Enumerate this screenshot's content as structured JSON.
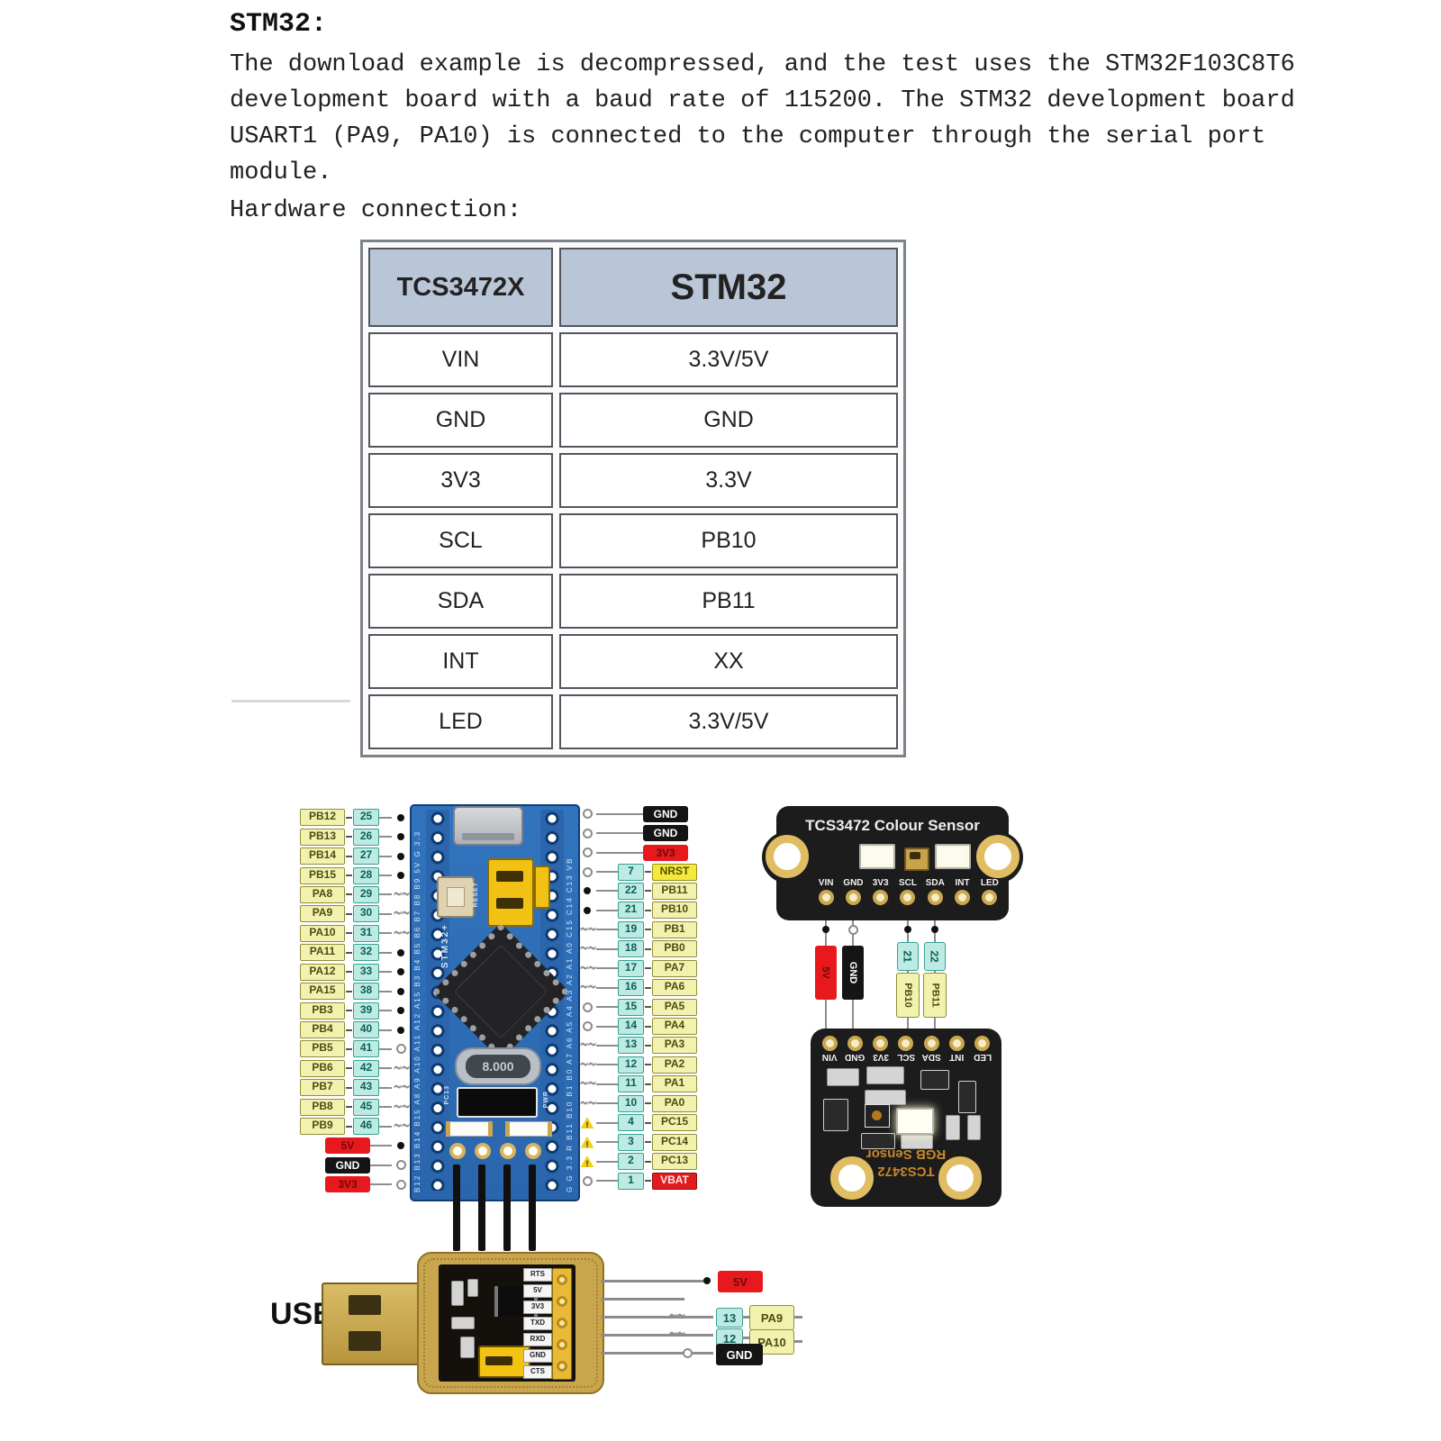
{
  "doc": {
    "title": "STM32:",
    "paragraph_lines": [
      "The download example is decompressed, and the test uses the STM32F103C8T6",
      "development board with a baud rate of 115200. The STM32 development board",
      "USART1 (PA9, PA10) is connected to the computer through the serial port",
      "module."
    ],
    "hardware_line": "Hardware connection:"
  },
  "table": {
    "headers": [
      "TCS3472X",
      "STM32"
    ],
    "rows": [
      {
        "left": "VIN",
        "right": "3.3V/5V"
      },
      {
        "left": "GND",
        "right": "GND"
      },
      {
        "left": "3V3",
        "right": "3.3V"
      },
      {
        "left": "SCL",
        "right": "PB10"
      },
      {
        "left": "SDA",
        "right": "PB11"
      },
      {
        "left": "INT",
        "right": "XX"
      },
      {
        "left": "LED",
        "right": "3.3V/5V"
      }
    ]
  },
  "bluepill": {
    "left_pins": [
      {
        "label": "PB12",
        "num": "25",
        "mark": "dot"
      },
      {
        "label": "PB13",
        "num": "26",
        "mark": "dot"
      },
      {
        "label": "PB14",
        "num": "27",
        "mark": "dot"
      },
      {
        "label": "PB15",
        "num": "28",
        "mark": "dot"
      },
      {
        "label": "PA8",
        "num": "29",
        "mark": "squig"
      },
      {
        "label": "PA9",
        "num": "30",
        "mark": "squig"
      },
      {
        "label": "PA10",
        "num": "31",
        "mark": "squig"
      },
      {
        "label": "PA11",
        "num": "32",
        "mark": "dot"
      },
      {
        "label": "PA12",
        "num": "33",
        "mark": "dot"
      },
      {
        "label": "PA15",
        "num": "38",
        "mark": "dot"
      },
      {
        "label": "PB3",
        "num": "39",
        "mark": "dot"
      },
      {
        "label": "PB4",
        "num": "40",
        "mark": "dot"
      },
      {
        "label": "PB5",
        "num": "41",
        "mark": "ring"
      },
      {
        "label": "PB6",
        "num": "42",
        "mark": "squig"
      },
      {
        "label": "PB7",
        "num": "43",
        "mark": "squig"
      },
      {
        "label": "PB8",
        "num": "45",
        "mark": "squig"
      },
      {
        "label": "PB9",
        "num": "46",
        "mark": "squig"
      }
    ],
    "left_power": [
      {
        "label": "5V",
        "style": "red",
        "mark": "dot"
      },
      {
        "label": "GND",
        "style": "black",
        "mark": "ring"
      },
      {
        "label": "3V3",
        "style": "red",
        "mark": "ring"
      }
    ],
    "right_power": [
      {
        "label": "GND",
        "style": "black",
        "mark": "ring"
      },
      {
        "label": "GND",
        "style": "black",
        "mark": "ring"
      },
      {
        "label": "3V3",
        "style": "red",
        "mark": "ring"
      }
    ],
    "right_pins": [
      {
        "num": "7",
        "label": "NRST",
        "mark": "ring",
        "hl": "nrst"
      },
      {
        "num": "22",
        "label": "PB11",
        "mark": "dot"
      },
      {
        "num": "21",
        "label": "PB10",
        "mark": "dot"
      },
      {
        "num": "19",
        "label": "PB1",
        "mark": "squig"
      },
      {
        "num": "18",
        "label": "PB0",
        "mark": "squig"
      },
      {
        "num": "17",
        "label": "PA7",
        "mark": "squig"
      },
      {
        "num": "16",
        "label": "PA6",
        "mark": "squig"
      },
      {
        "num": "15",
        "label": "PA5",
        "mark": "ring"
      },
      {
        "num": "14",
        "label": "PA4",
        "mark": "ring"
      },
      {
        "num": "13",
        "label": "PA3",
        "mark": "squig"
      },
      {
        "num": "12",
        "label": "PA2",
        "mark": "squig"
      },
      {
        "num": "11",
        "label": "PA1",
        "mark": "squig"
      },
      {
        "num": "10",
        "label": "PA0",
        "mark": "squig"
      },
      {
        "num": "4",
        "label": "PC15",
        "mark": "warn"
      },
      {
        "num": "3",
        "label": "PC14",
        "mark": "warn"
      },
      {
        "num": "2",
        "label": "PC13",
        "mark": "warn"
      },
      {
        "num": "1",
        "label": "VBAT",
        "mark": "ring",
        "hl": "vbat"
      }
    ],
    "silk": {
      "mcu": "STM32+",
      "crystal": "8.000",
      "reset": "RESET",
      "pc13": "PC13",
      "pwr": "PWR",
      "left_col": "B12 B13 B14 B15 A8 A9 A10 A11 A12 A15 B3 B4 B5 B6 B7 B8 B9 5V G 3.3",
      "right_col": "G G 3.3 R B11 B10 B1 B0 A7 A6 A5 A4 A3 A2 A1 A0 C15 C14 C13 VB"
    }
  },
  "sensor": {
    "title": "TCS3472 Colour Sensor",
    "pins": [
      "VIN",
      "GND",
      "3V3",
      "SCL",
      "SDA",
      "INT",
      "LED"
    ],
    "labels": {
      "power": "5V",
      "ground": "GND",
      "scl_num": "21",
      "scl_pin": "PB10",
      "sda_num": "22",
      "sda_pin": "PB11"
    },
    "board2": {
      "pins": [
        "VIN",
        "GND",
        "3V3",
        "SCL",
        "SDA",
        "INT",
        "LED"
      ],
      "title_lines": [
        "TCS3472",
        "RGB Sensor"
      ]
    }
  },
  "usb": {
    "label": "USB",
    "board_pins": [
      "RTS",
      "5V",
      "3V3",
      "TXD",
      "RXD",
      "GND",
      "CTS"
    ],
    "wires": {
      "power": "5V",
      "tx_num": "13",
      "tx_pin": "PA9",
      "rx_num": "12",
      "rx_pin": "PA10",
      "ground": "GND"
    }
  },
  "colors": {
    "table_header": "#b9c6d7",
    "label_yellow": "#f2f2ae",
    "label_cyan": "#bdeae2",
    "wire_red": "#e8191d",
    "wire_black": "#141414",
    "pcb_blue": "#2f6fb6",
    "sensor_black": "#1c1c1c",
    "pad_gold": "#c9a851"
  }
}
